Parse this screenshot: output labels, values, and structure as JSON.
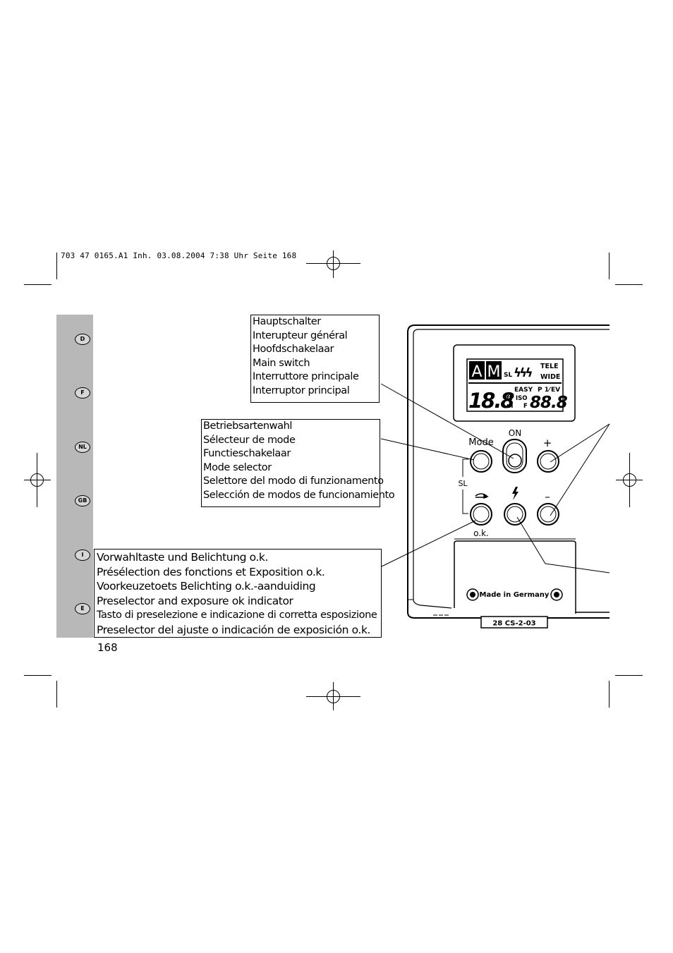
{
  "header": {
    "slug": "703 47 0165.A1 Inh.  03.08.2004  7:38 Uhr  Seite 168"
  },
  "sidebar": {
    "languages": [
      {
        "code": "D"
      },
      {
        "code": "F"
      },
      {
        "code": "NL"
      },
      {
        "code": "GB"
      },
      {
        "code": "I"
      },
      {
        "code": "E"
      }
    ]
  },
  "labels": {
    "main_switch": [
      "Hauptschalter",
      "Interupteur général",
      "Hoofdschakelaar",
      "Main switch",
      "Interruttore principale",
      "Interruptor principal"
    ],
    "mode_selector": [
      "Betriebsartenwahl",
      "Sélecteur de mode",
      "Functieschakelaar",
      "Mode selector",
      "Selettore del modo di funzionamento",
      "Selección de modos de funcionamiento"
    ],
    "preselector": [
      "Vorwahltaste und Belichtung o.k.",
      "Présélection des fonctions et Exposition o.k.",
      "Voorkeuzetoets Belichting o.k.-aanduiding",
      "Preselector and exposure ok indicator",
      "Tasto di preselezione e indicazione di corretta esposizione",
      "Preselector del ajuste o indicación de exposición o.k."
    ]
  },
  "device": {
    "lcd": {
      "mode_a": "A",
      "mode_m": "M",
      "sl": "SL",
      "flash_symbols": "ϟϟϟ",
      "tele": "TELE",
      "wide": "WIDE",
      "distance_digits": "18.8",
      "ft": "ft",
      "m": "m",
      "easy": "EASY",
      "p1": "P 1⁄",
      "ev": "EV",
      "iso": "ISO",
      "f": "F",
      "value_digits": "88.8"
    },
    "controls": {
      "mode_label": "Mode",
      "on_label": "ON",
      "plus_label": "+",
      "minus_label": "–",
      "sl_label": "SL",
      "ok_label": "o.k."
    },
    "foot": {
      "made_in": "Made in Germany",
      "model_code": "28 CS-2-03"
    }
  },
  "page_number": "168"
}
